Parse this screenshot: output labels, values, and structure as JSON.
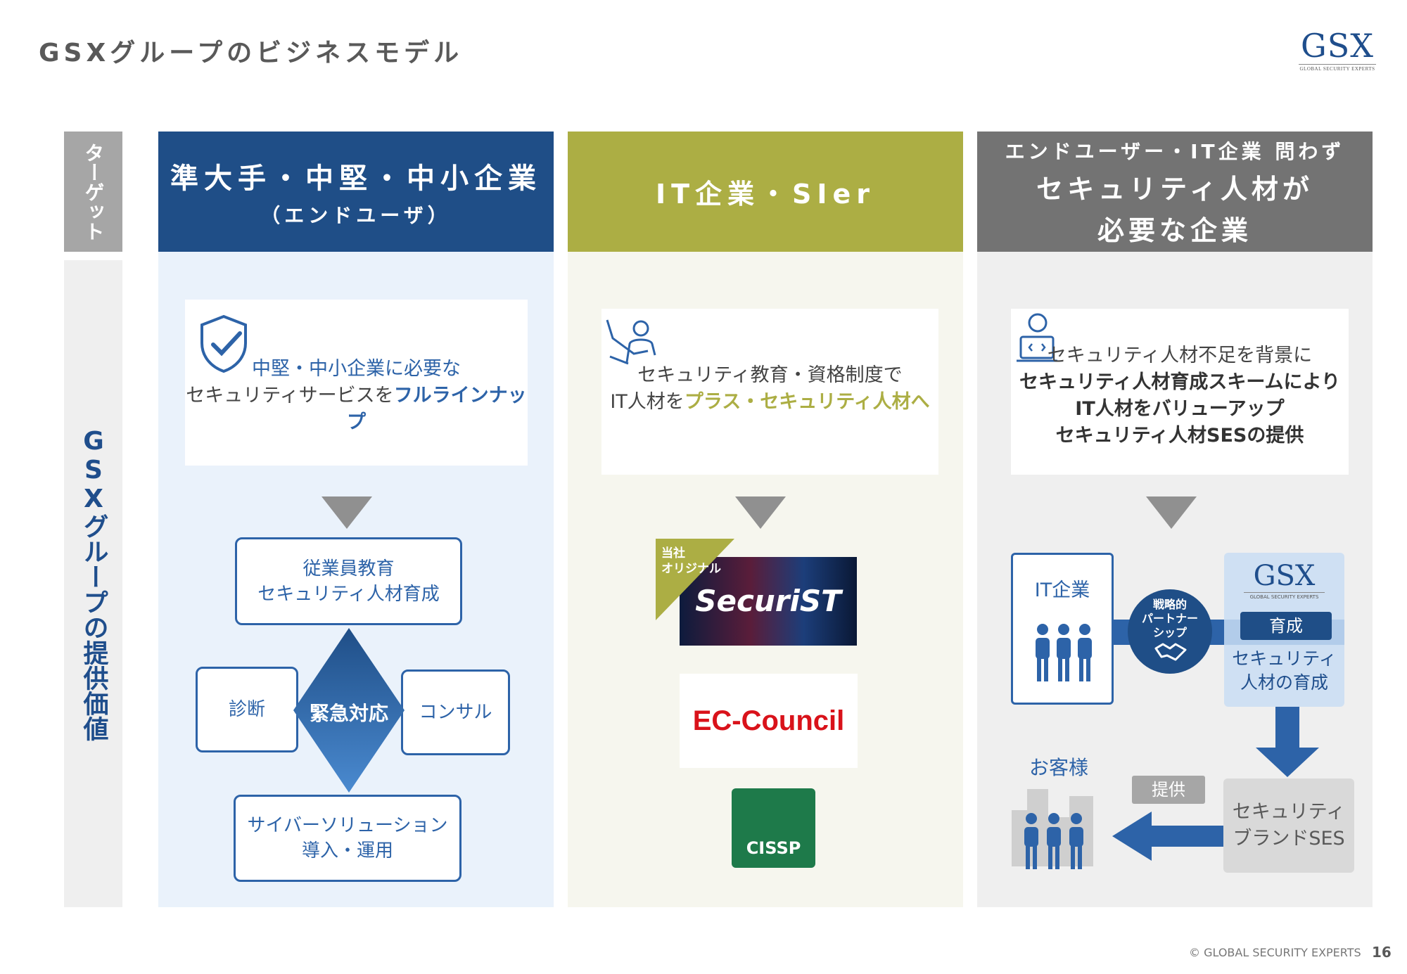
{
  "page_title": "GSXグループのビジネスモデル",
  "logo": {
    "name": "GSX",
    "tagline": "GLOBAL SECURITY EXPERTS"
  },
  "sidebar": {
    "target_label": "ターゲット",
    "value_label": "GSXグループの提供価値"
  },
  "col1": {
    "title": "準大手・中堅・中小企業",
    "subtitle": "（エンドユーザ）",
    "card_line1": "中堅・中小企業に必要な",
    "card_line2_pre": "セキュリティサービスを",
    "card_line2_em": "フルラインナップ",
    "box_top_1": "従業員教育",
    "box_top_2": "セキュリティ人材育成",
    "box_left": "診断",
    "box_center": "緊急対応",
    "box_right": "コンサル",
    "box_bottom_1": "サイバーソリューション",
    "box_bottom_2": "導入・運用"
  },
  "col2": {
    "title": "IT企業・SIer",
    "card_line1": "セキュリティ教育・資格制度で",
    "card_line2_pre": "IT人材を",
    "card_line2_em": "プラス・セキュリティ人材へ",
    "badge_1": "当社",
    "badge_2": "オリジナル",
    "logo1": "SecuriST",
    "logo2": "EC-Council",
    "logo3": "CISSP"
  },
  "col3": {
    "title_line1": "エンドユーザー・IT企業 問わず",
    "title_line2": "セキュリティ人材が",
    "title_line3": "必要な企業",
    "card_line1": "セキュリティ人材不足を背景に",
    "card_line2": "セキュリティ人材育成スキームにより",
    "card_line3": "IT人材をバリューアップ",
    "card_line4": "セキュリティ人材SESの提供",
    "it_company": "IT企業",
    "partner_1": "戦略的",
    "partner_2": "パートナー",
    "partner_3": "シップ",
    "gsx_logo": "GSX",
    "gsx_tagline": "GLOBAL SECURITY EXPERTS",
    "ikusei": "育成",
    "dev_1": "セキュリティ",
    "dev_2": "人材の育成",
    "customer": "お客様",
    "provide": "提供",
    "ses_1": "セキュリティ",
    "ses_2": "ブランドSES"
  },
  "footer": {
    "copyright": "© GLOBAL SECURITY EXPERTS",
    "page": "16"
  }
}
